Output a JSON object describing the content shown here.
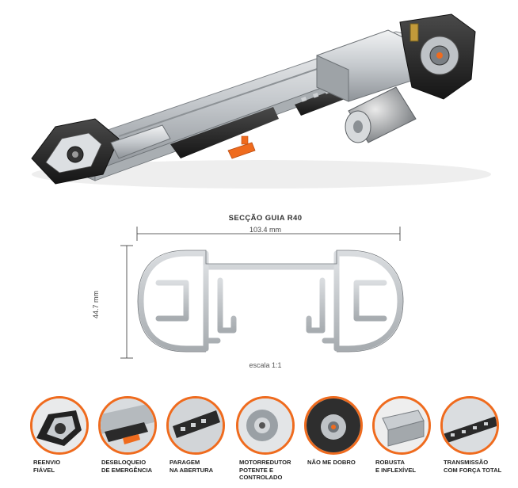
{
  "section": {
    "title": "SECÇÃO GUIA R40",
    "width_label": "103.4 mm",
    "height_label": "44.7 mm",
    "scale_label": "escala 1:1"
  },
  "features": [
    {
      "label": "REENVIO\nFIÁVEL",
      "icon": "pulley-end-icon"
    },
    {
      "label": "DESBLOQUEIO\nDE EMERGÊNCIA",
      "icon": "emergency-release-icon"
    },
    {
      "label": "PARAGEM\nNA ABERTURA",
      "icon": "chain-stop-icon"
    },
    {
      "label": "MOTORREDUTOR\nPOTENTE E\nCONTROLADO",
      "icon": "gearmotor-icon"
    },
    {
      "label": "NÃO ME DOBRO",
      "icon": "motor-head-icon"
    },
    {
      "label": "ROBUSTA\nE INFLEXÍVEL",
      "icon": "rail-profile-icon"
    },
    {
      "label": "TRANSMISSÃO\nCOM FORÇA TOTAL",
      "icon": "chain-drive-icon"
    }
  ],
  "colors": {
    "accent": "#ef6b1e",
    "metal": "#c9cdd1",
    "dark": "#2a2a2a"
  }
}
